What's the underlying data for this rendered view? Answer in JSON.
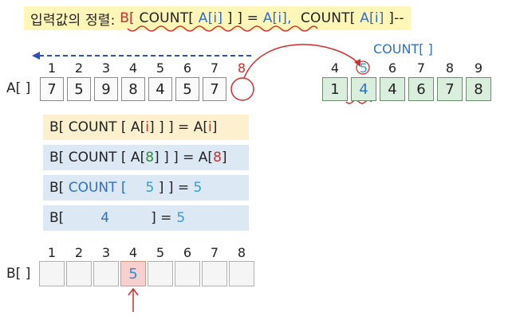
{
  "title": {
    "prefix": "입력값의 정렬:",
    "b_open": "B[",
    "count_open": "COUNT[",
    "ai1": "A[i]",
    "close_eq": "] ] =",
    "ai2": "A[i],",
    "count2": "COUNT[",
    "ai3": "A[i]",
    "tail": "]--"
  },
  "a_array": {
    "label": "A[ ]",
    "indices": [
      "1",
      "2",
      "3",
      "4",
      "5",
      "6",
      "7",
      "8"
    ],
    "values": [
      "7",
      "5",
      "9",
      "8",
      "4",
      "5",
      "7",
      ""
    ]
  },
  "count_array": {
    "label": "COUNT[ ]",
    "indices": [
      "4",
      "5",
      "6",
      "7",
      "8",
      "9"
    ],
    "values": [
      "1",
      "4",
      "4",
      "6",
      "7",
      "8"
    ]
  },
  "steps": {
    "s1": {
      "a": "B[ COUNT [ A[",
      "i": "i",
      "b": "] ] ] = A[",
      "i2": "i",
      "c": "]"
    },
    "s2": {
      "a": "B[ COUNT [ A[",
      "n": "8",
      "b": "] ] ] = A[",
      "n2": "8",
      "c": "]"
    },
    "s3": {
      "a": "B[ ",
      "count": "COUNT [",
      "v": "5",
      "b": " ] ] = ",
      "v2": "5"
    },
    "s4": {
      "a": "B[",
      "v": "4",
      "b": "] =",
      "v2": "5"
    }
  },
  "b_array": {
    "label": "B[ ]",
    "indices": [
      "1",
      "2",
      "3",
      "4",
      "5",
      "6",
      "7",
      "8"
    ],
    "values": [
      "",
      "",
      "",
      "5",
      "",
      "",
      "",
      ""
    ]
  },
  "colors": {
    "red": "#d62b2b",
    "blue": "#2a6fd8",
    "green": "#2e8b3a",
    "sky": "#2a9fe0",
    "highlight_bar": "#fdf0cf",
    "blue_bar": "#dde8f5"
  }
}
